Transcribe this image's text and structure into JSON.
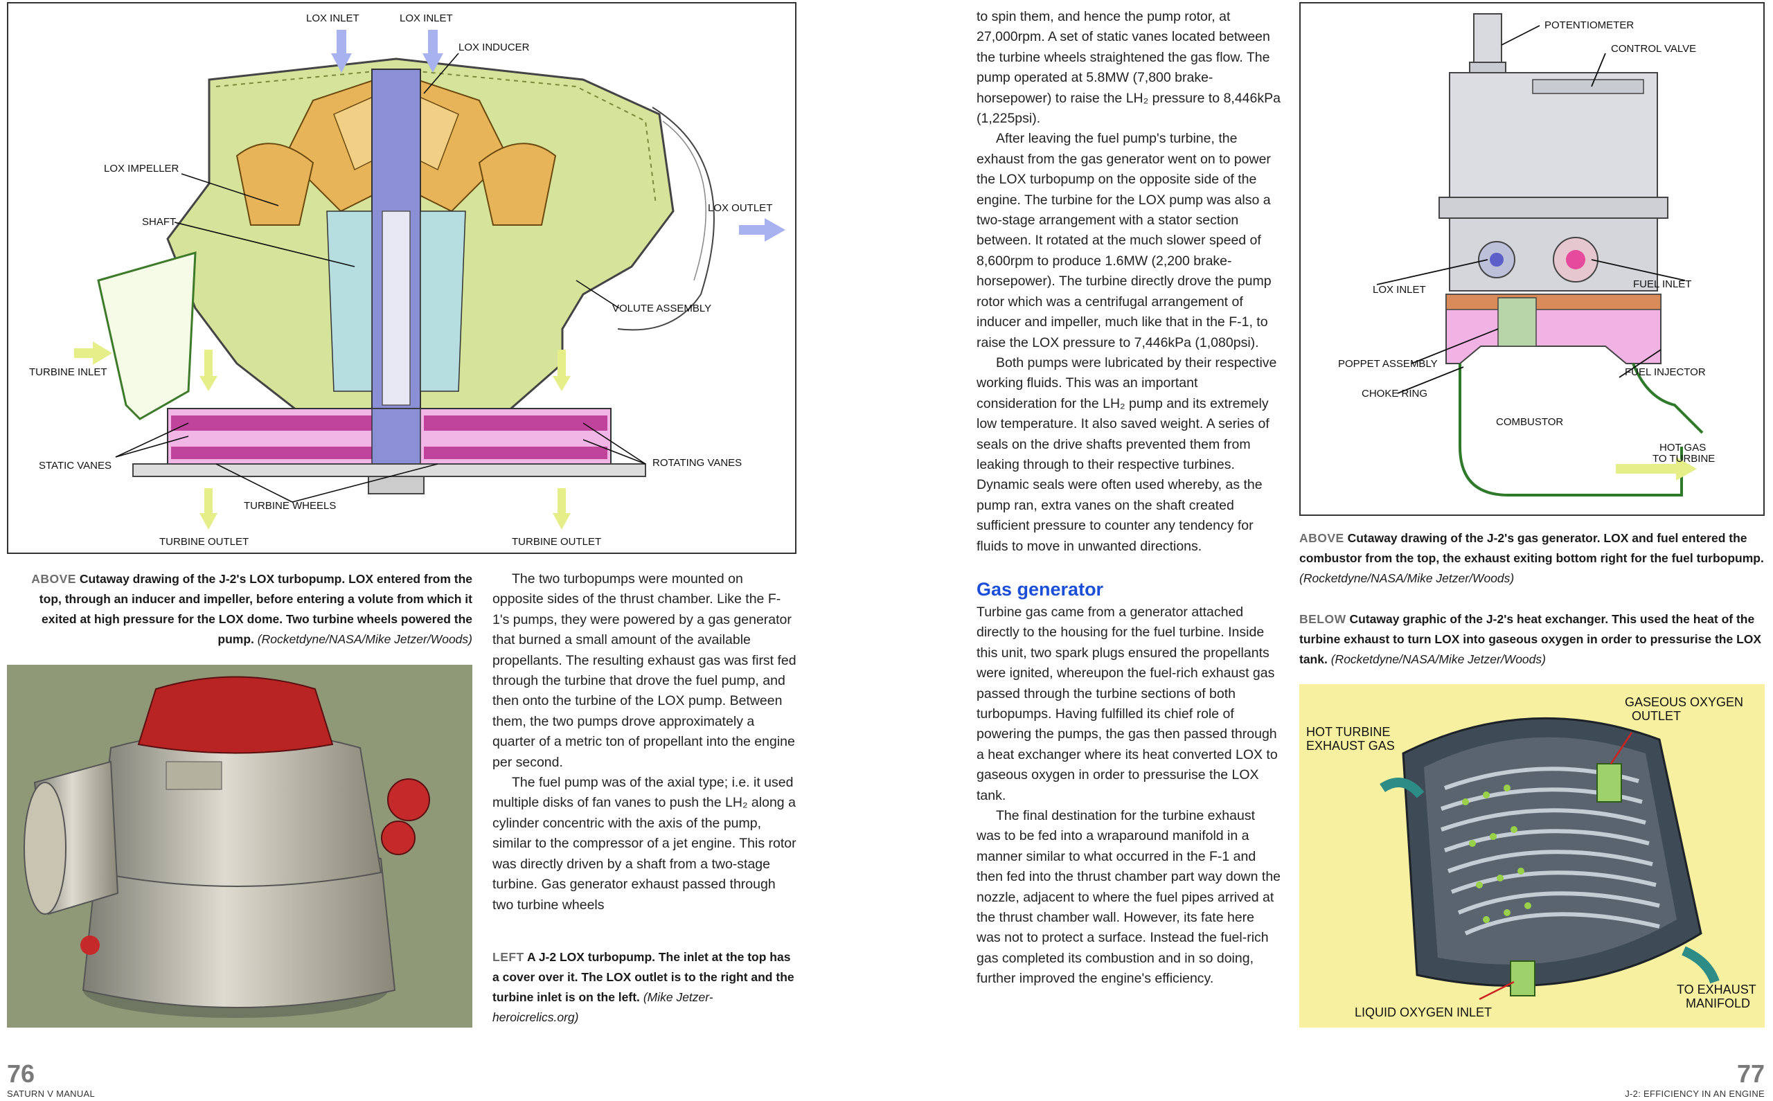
{
  "left_page": {
    "figure_top": {
      "labels": {
        "lox_inlet_1": "LOX INLET",
        "lox_inlet_2": "LOX INLET",
        "lox_inducer": "LOX INDUCER",
        "lox_impeller": "LOX IMPELLER",
        "shaft": "SHAFT",
        "lox_outlet": "LOX OUTLET",
        "volute_assembly": "VOLUTE ASSEMBLY",
        "turbine_inlet": "TURBINE INLET",
        "static_vanes": "STATIC VANES",
        "rotating_vanes": "ROTATING VANES",
        "turbine_wheels": "TURBINE WHEELS",
        "turbine_outlet_1": "TURBINE OUTLET",
        "turbine_outlet_2": "TURBINE OUTLET"
      }
    },
    "caption_above": {
      "lead": "ABOVE",
      "text": "Cutaway drawing of the J-2's LOX turbopump. LOX entered from the top, through an inducer and impeller, before entering a volute from which it exited at high pressure for the LOX dome. Two turbine wheels powered the pump.",
      "credit": "(Rocketdyne/NASA/Mike Jetzer/Woods)"
    },
    "body_paragraphs": [
      "The two turbopumps were mounted on opposite sides of the thrust chamber. Like the F-1's pumps, they were powered by a gas generator that burned a small amount of the available propellants. The resulting exhaust gas was first fed through the turbine that drove the fuel pump, and then onto the turbine of the LOX pump. Between them, the two pumps drove approximately a quarter of a metric ton of propellant into the engine per second.",
      "The fuel pump was of the axial type; i.e. it used multiple disks of fan vanes to push the LH₂ along a cylinder concentric with the axis of the pump, similar to the compressor of a jet engine. This rotor was directly driven by a shaft from a two-stage turbine. Gas generator exhaust passed through two turbine wheels"
    ],
    "caption_left": {
      "lead": "LEFT",
      "text": "A J-2 LOX turbopump. The inlet at the top has a cover over it. The LOX outlet is to the right and the turbine inlet is on the left.",
      "credit": "(Mike Jetzer-heroicrelics.org)"
    },
    "folio": "76",
    "running_head": "SATURN V MANUAL"
  },
  "right_page": {
    "body_paragraphs_1": [
      "to spin them, and hence the pump rotor, at 27,000rpm. A set of static vanes located between the turbine wheels straightened the gas flow. The pump operated at 5.8MW (7,800 brake-horsepower) to raise the LH₂ pressure to 8,446kPa (1,225psi).",
      "After leaving the fuel pump's turbine, the exhaust from the gas generator went on to power the LOX turbopump on the opposite side of the engine. The turbine for the LOX pump was also a two-stage arrangement with a stator section between. It rotated at the much slower speed of 8,600rpm to produce 1.6MW (2,200 brake-horsepower). The turbine directly drove the pump rotor which was a centrifugal arrangement of inducer and impeller, much like that in the F-1, to raise the LOX pressure to 7,446kPa (1,080psi).",
      "Both pumps were lubricated by their respective working fluids. This was an important consideration for the LH₂ pump and its extremely low temperature. It also saved weight. A series of seals on the drive shafts prevented them from leaking through to their respective turbines. Dynamic seals were often used whereby, as the pump ran, extra vanes on the shaft created sufficient pressure to counter any tendency for fluids to move in unwanted directions."
    ],
    "heading": "Gas generator",
    "body_paragraphs_2": [
      "Turbine gas came from a generator attached directly to the housing for the fuel turbine. Inside this unit, two spark plugs ensured the propellants were ignited, whereupon the fuel-rich exhaust gas passed through the turbine sections of both turbopumps. Having fulfilled its chief role of powering the pumps, the gas then passed through a heat exchanger where its heat converted LOX to gaseous oxygen in order to pressurise the LOX tank.",
      "The final destination for the turbine exhaust was to be fed into a wraparound manifold in a manner similar to what occurred in the F-1 and then fed into the thrust chamber part way down the nozzle, adjacent to where the fuel pipes arrived at the thrust chamber wall. However, its fate here was not to protect a surface. Instead the fuel-rich gas completed its combustion and in so doing, further improved the engine's efficiency."
    ],
    "figure_gg": {
      "labels": {
        "potentiometer": "POTENTIOMETER",
        "control_valve": "CONTROL VALVE",
        "lox_inlet": "LOX INLET",
        "fuel_inlet": "FUEL INLET",
        "poppet_assembly": "POPPET ASSEMBLY",
        "fuel_injector": "FUEL INJECTOR",
        "choke_ring": "CHOKE RING",
        "combustor": "COMBUSTOR",
        "hot_gas_1": "HOT GAS",
        "hot_gas_2": "TO TURBINE"
      }
    },
    "caption_above": {
      "lead": "ABOVE",
      "text": "Cutaway drawing of the J-2's gas generator. LOX and fuel entered the combustor from the top, the exhaust exiting bottom right for the fuel turbopump.",
      "credit": "(Rocketdyne/NASA/Mike Jetzer/Woods)"
    },
    "caption_below": {
      "lead": "BELOW",
      "text": "Cutaway graphic of the J-2's heat exchanger. This used the heat of the turbine exhaust to turn LOX into gaseous oxygen in order to pressurise the LOX tank.",
      "credit": "(Rocketdyne/NASA/Mike Jetzer/Woods)"
    },
    "figure_hx": {
      "labels": {
        "gaseous_oxygen_1": "GASEOUS OXYGEN",
        "gaseous_oxygen_2": "OUTLET",
        "hot_turbine_1": "HOT TURBINE",
        "hot_turbine_2": "EXHAUST GAS",
        "to_exhaust_1": "TO EXHAUST",
        "to_exhaust_2": "MANIFOLD",
        "liquid_oxygen_inlet": "LIQUID OXYGEN INLET"
      }
    },
    "folio": "77",
    "running_head": "J-2: EFFICIENCY IN AN ENGINE"
  },
  "colors": {
    "heading_blue": "#1b4fd8",
    "caption_lead_grey": "#6d6d6d",
    "folio_grey": "#7a7a7a",
    "volute_green": "#c9d98a",
    "impeller_orange": "#e7b45a",
    "turbine_magenta": "#c0449c",
    "turbine_pink": "#f2b6e6",
    "shaft_blue": "#8b8fd6",
    "arrow_lavender": "#a7b2ee",
    "arrow_yellow": "#e5ee88",
    "hx_background": "#f6f0a0"
  }
}
